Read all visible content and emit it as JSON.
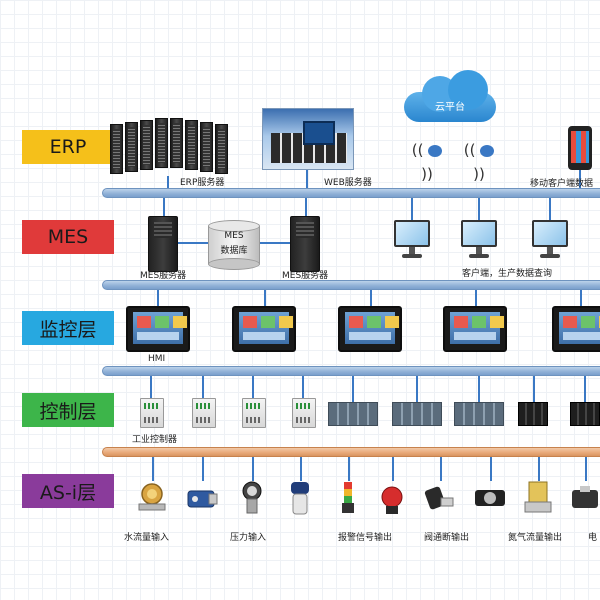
{
  "levels": {
    "erp": {
      "label": "ERP",
      "color": "#f5c01a"
    },
    "mes": {
      "label": "MES",
      "color": "#e03a3a"
    },
    "monitor": {
      "label": "监控层",
      "color": "#27a8e0"
    },
    "control": {
      "label": "控制层",
      "color": "#3db54a"
    },
    "asi": {
      "label": "AS-i层",
      "color": "#8a3b9b"
    }
  },
  "erp": {
    "erp_server": "ERP服务器",
    "web_server": "WEB服务器",
    "cloud": "云平台",
    "mobile": "移动客户端数据"
  },
  "mes": {
    "mes_server_1": "MES服务器",
    "database_line1": "MES",
    "database_line2": "数据库",
    "mes_server_2": "MES服务器",
    "clients": "客户端，生产数据查询"
  },
  "monitor": {
    "hmi": "HMI"
  },
  "control": {
    "industrial_controller": "工业控制器"
  },
  "asi": {
    "water_flow": "水流量输入",
    "pressure": "压力输入",
    "alarm": "报警信号输出",
    "valve": "阀通断输出",
    "nitrogen": "氮气流量输出",
    "last_partial": "电"
  },
  "colors": {
    "bus": "#8fb0d6",
    "control_bus": "#e8a878",
    "link": "#3a78c4"
  },
  "icons": {
    "cloud": "cloud-icon",
    "wifi": "wifi-icon",
    "phone": "smartphone-icon",
    "database": "database-icon"
  }
}
